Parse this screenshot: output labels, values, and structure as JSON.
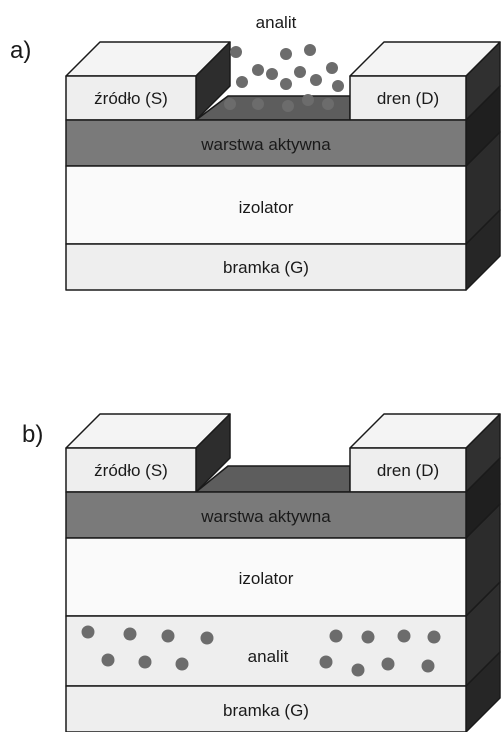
{
  "panel_a": {
    "letter": "a)",
    "source": "źródło (S)",
    "drain": "dren (D)",
    "analyte": "analit",
    "active_layer": "warstwa aktywna",
    "insulator": "izolator",
    "gate": "bramka (G)"
  },
  "panel_b": {
    "letter": "b)",
    "source": "źródło (S)",
    "drain": "dren (D)",
    "active_layer": "warstwa aktywna",
    "insulator": "izolator",
    "analyte": "analit",
    "gate": "bramka (G)"
  },
  "colors": {
    "light_fill": "#eeeeee",
    "white_fill": "#fafafa",
    "active_fill": "#7a7a7a",
    "right_face": "#2a2a2a",
    "electrode_top": "#f4f4f4",
    "channel_floor": "#5d5d5d",
    "particle": "#6c6c6c",
    "outline": "#1a1a1a"
  }
}
